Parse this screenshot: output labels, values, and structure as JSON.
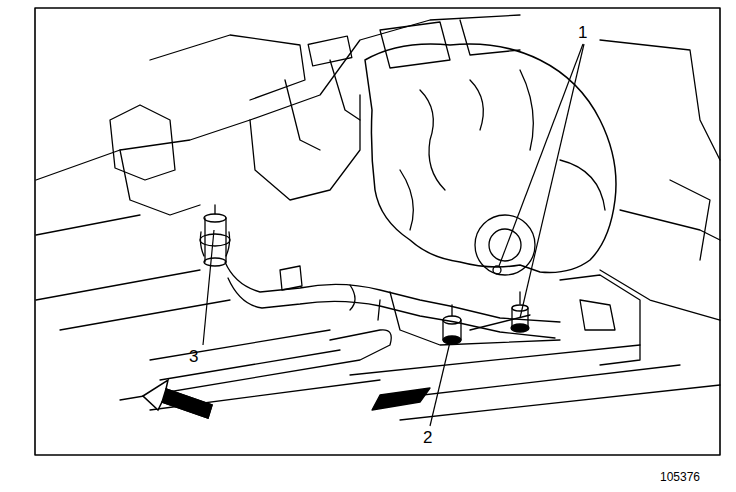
{
  "diagram": {
    "labels": [
      "1",
      "2",
      "3",
      "105376"
    ]
  }
}
